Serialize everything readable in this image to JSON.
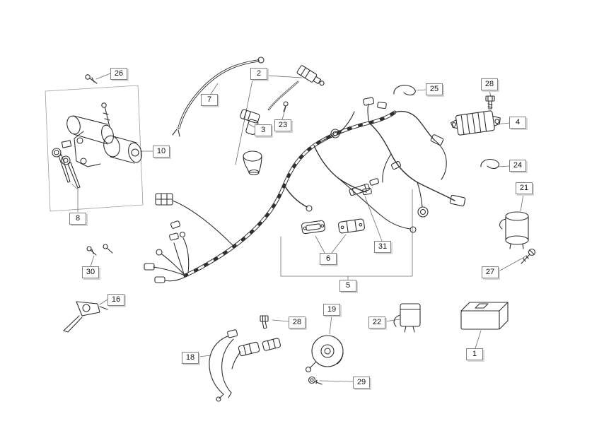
{
  "colors": {
    "background": "#ffffff",
    "line": "#2f2f2f",
    "construction_line": "#6b6b6b",
    "outline_box": "#9a9a9a",
    "callout_border": "#828282",
    "callout_shadow": "#d6d6d6",
    "callout_text": "#111111"
  },
  "callouts": [
    {
      "label": "26",
      "part": "mounting-screws"
    },
    {
      "label": "2",
      "part": "spark-plug-lead"
    },
    {
      "label": "7",
      "part": "cable"
    },
    {
      "label": "3",
      "part": "spark-plug-cap"
    },
    {
      "label": "23",
      "part": "screw"
    },
    {
      "label": "25",
      "part": "clamp"
    },
    {
      "label": "28",
      "part": "bolt"
    },
    {
      "label": "4",
      "part": "voltage-regulator"
    },
    {
      "label": "24",
      "part": "clamp"
    },
    {
      "label": "21",
      "part": "flasher-relay"
    },
    {
      "label": "10",
      "part": "ignition-switch"
    },
    {
      "label": "8",
      "part": "key-set"
    },
    {
      "label": "30",
      "part": "screws"
    },
    {
      "label": "16",
      "part": "switch-lever"
    },
    {
      "label": "31",
      "part": "fuse"
    },
    {
      "label": "6",
      "part": "cable-connectors"
    },
    {
      "label": "5",
      "part": "main-wiring-harness"
    },
    {
      "label": "27",
      "part": "screw"
    },
    {
      "label": "28",
      "part": "bolt"
    },
    {
      "label": "19",
      "part": "horn"
    },
    {
      "label": "22",
      "part": "relay"
    },
    {
      "label": "1",
      "part": "cdi-unit"
    },
    {
      "label": "18",
      "part": "sub-wiring-harness"
    },
    {
      "label": "29",
      "part": "bolt"
    }
  ]
}
